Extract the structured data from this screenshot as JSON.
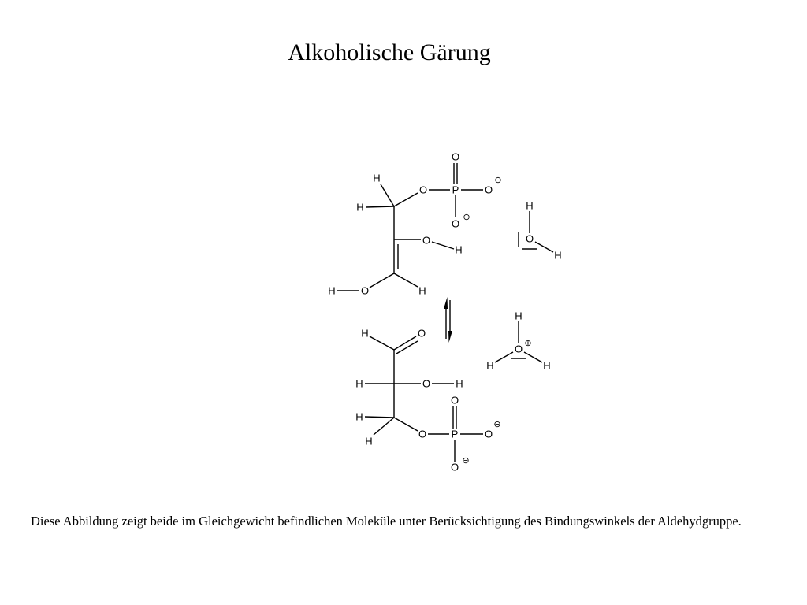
{
  "slide": {
    "title": "Alkoholische Gärung",
    "caption": "Diese Abbildung zeigt beide im Gleichgewicht befindlichen Moleküle unter Berücksichtigung des Bindungswinkels der Aldehydgruppe.",
    "background_color": "#ffffff",
    "text_color": "#000000"
  },
  "diagram": {
    "equilibrium_arrow": "⇅",
    "molecules": {
      "enediol": {
        "description": "Endiol-Zwischenprodukt (Enol-Form) mit Phosphatgruppe",
        "atoms": {
          "h_ch2_top": "H",
          "h_ch2_left": "H",
          "o_ester": "O",
          "p": "P",
          "o_phos_top": "O",
          "o_phos_right": "O",
          "o_phos_right_charge": "⊖",
          "o_phos_bottom": "O",
          "o_phos_bottom_charge": "⊖",
          "o_hydroxy_mid": "O",
          "h_hydroxy_mid": "H",
          "o_hydroxy_low": "O",
          "h_hydroxy_low": "H",
          "h_vinyl": "H"
        }
      },
      "water": {
        "description": "Wasser",
        "atoms": {
          "h_top": "H",
          "o": "O",
          "h_right": "H"
        }
      },
      "hydronium": {
        "description": "Oxonium-Ion",
        "atoms": {
          "h_top": "H",
          "o": "O",
          "o_charge": "⊕",
          "h_left": "H",
          "h_right": "H"
        }
      },
      "aldehyde": {
        "description": "Glycerinaldehyd-3-phosphat (Aldehyd-Form)",
        "atoms": {
          "h_aldehyde": "H",
          "o_aldehyde": "O",
          "h_c2": "H",
          "o_hydroxy": "O",
          "h_hydroxy": "H",
          "h_ch2_left": "H",
          "h_ch2_low": "H",
          "o_ester": "O",
          "p": "P",
          "o_phos_top": "O",
          "o_phos_right": "O",
          "o_phos_right_charge": "⊖",
          "o_phos_bottom": "O",
          "o_phos_bottom_charge": "⊖"
        }
      }
    }
  }
}
